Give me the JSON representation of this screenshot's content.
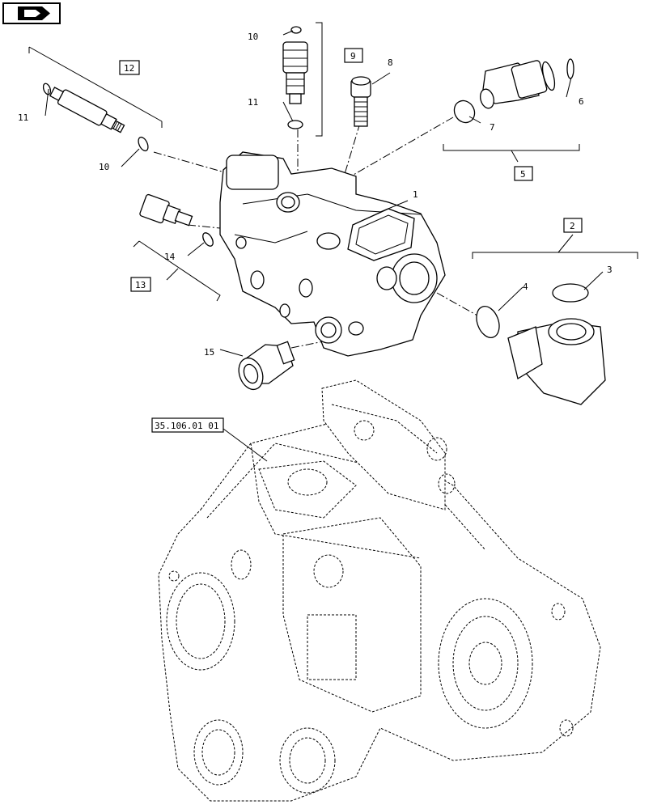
{
  "diagram": {
    "nav_icon": "forward-arrow-icon",
    "callouts": {
      "c1": "1",
      "c2": "2",
      "c3": "3",
      "c4": "4",
      "c5": "5",
      "c6": "6",
      "c7": "7",
      "c8": "8",
      "c9": "9",
      "c10a": "10",
      "c10b": "10",
      "c11a": "11",
      "c11b": "11",
      "c12": "12",
      "c13": "13",
      "c14": "14",
      "c15": "15",
      "ref": "35.106.01 01"
    }
  }
}
